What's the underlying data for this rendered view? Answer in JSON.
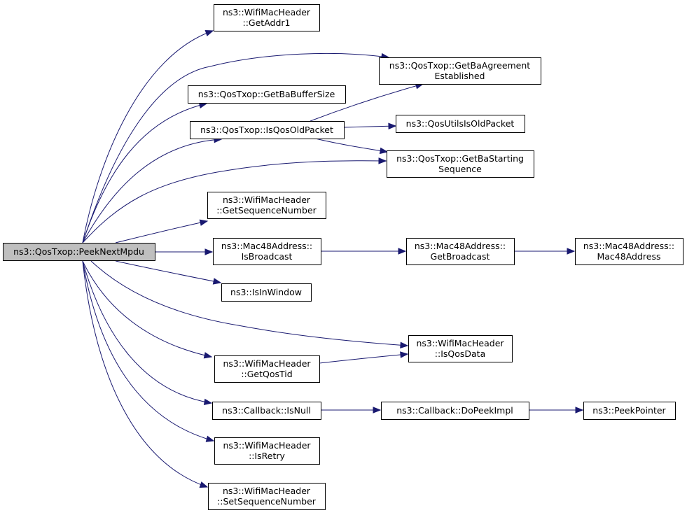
{
  "nodes": [
    {
      "id": "root",
      "lines": [
        "ns3::QosTxop::PeekNextMpdu"
      ],
      "root": true
    },
    {
      "id": "getaddr1",
      "lines": [
        "ns3::WifiMacHeader",
        "::GetAddr1"
      ]
    },
    {
      "id": "getbaagreement",
      "lines": [
        "ns3::QosTxop::GetBaAgreement",
        "Established"
      ]
    },
    {
      "id": "getbabuffersize",
      "lines": [
        "ns3::QosTxop::GetBaBufferSize"
      ]
    },
    {
      "id": "isqosoldpacket",
      "lines": [
        "ns3::QosTxop::IsQosOldPacket"
      ]
    },
    {
      "id": "qosutilsisoldpacket",
      "lines": [
        "ns3::QosUtilsIsOldPacket"
      ]
    },
    {
      "id": "getbastartingsequence",
      "lines": [
        "ns3::QosTxop::GetBaStarting",
        "Sequence"
      ]
    },
    {
      "id": "getsequencenumber",
      "lines": [
        "ns3::WifiMacHeader",
        "::GetSequenceNumber"
      ]
    },
    {
      "id": "isbroadcast",
      "lines": [
        "ns3::Mac48Address::",
        "IsBroadcast"
      ]
    },
    {
      "id": "getbroadcast",
      "lines": [
        "ns3::Mac48Address::",
        "GetBroadcast"
      ]
    },
    {
      "id": "mac48address",
      "lines": [
        "ns3::Mac48Address::",
        "Mac48Address"
      ]
    },
    {
      "id": "isinwindow",
      "lines": [
        "ns3::IsInWindow"
      ]
    },
    {
      "id": "isqosdata",
      "lines": [
        "ns3::WifiMacHeader",
        "::IsQosData"
      ]
    },
    {
      "id": "getqostid",
      "lines": [
        "ns3::WifiMacHeader",
        "::GetQosTid"
      ]
    },
    {
      "id": "isnull",
      "lines": [
        "ns3::Callback::IsNull"
      ]
    },
    {
      "id": "dopeekimpl",
      "lines": [
        "ns3::Callback::DoPeekImpl"
      ]
    },
    {
      "id": "peekpointer",
      "lines": [
        "ns3::PeekPointer"
      ]
    },
    {
      "id": "isretry",
      "lines": [
        "ns3::WifiMacHeader",
        "::IsRetry"
      ]
    },
    {
      "id": "setsequencenumber",
      "lines": [
        "ns3::WifiMacHeader",
        "::SetSequenceNumber"
      ]
    }
  ],
  "edges": [
    {
      "from": "root",
      "to": "getaddr1"
    },
    {
      "from": "root",
      "to": "getbaagreement"
    },
    {
      "from": "root",
      "to": "getbabuffersize"
    },
    {
      "from": "root",
      "to": "isqosoldpacket"
    },
    {
      "from": "root",
      "to": "getbastartingsequence"
    },
    {
      "from": "root",
      "to": "getsequencenumber"
    },
    {
      "from": "root",
      "to": "isbroadcast"
    },
    {
      "from": "root",
      "to": "isinwindow"
    },
    {
      "from": "root",
      "to": "isqosdata"
    },
    {
      "from": "root",
      "to": "getqostid"
    },
    {
      "from": "root",
      "to": "isnull"
    },
    {
      "from": "root",
      "to": "isretry"
    },
    {
      "from": "root",
      "to": "setsequencenumber"
    },
    {
      "from": "isqosoldpacket",
      "to": "getbaagreement"
    },
    {
      "from": "isqosoldpacket",
      "to": "qosutilsisoldpacket"
    },
    {
      "from": "isqosoldpacket",
      "to": "getbastartingsequence"
    },
    {
      "from": "isbroadcast",
      "to": "getbroadcast"
    },
    {
      "from": "getbroadcast",
      "to": "mac48address"
    },
    {
      "from": "getqostid",
      "to": "isqosdata"
    },
    {
      "from": "isnull",
      "to": "dopeekimpl"
    },
    {
      "from": "dopeekimpl",
      "to": "peekpointer"
    }
  ],
  "colors": {
    "edge": "#191970",
    "root_fill": "#bfbfbf",
    "node_fill": "#ffffff",
    "node_border": "#000000"
  }
}
